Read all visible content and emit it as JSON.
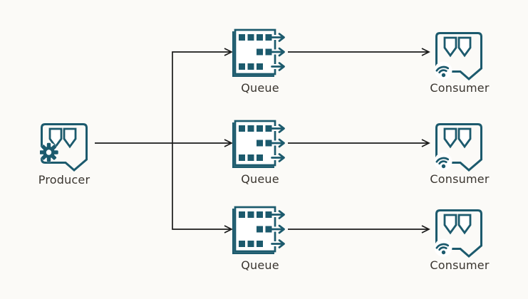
{
  "canvas": {
    "background": "#fbfaf7",
    "accent": "#1c5a6d",
    "connector_color": "#1a1a1a",
    "label_color": "#3a352f"
  },
  "diagram": {
    "producer": {
      "label": "Producer",
      "icon": "chat-bubble-gear-icon"
    },
    "queues": [
      {
        "label": "Queue",
        "icon": "message-queue-icon"
      },
      {
        "label": "Queue",
        "icon": "message-queue-icon"
      },
      {
        "label": "Queue",
        "icon": "message-queue-icon"
      }
    ],
    "consumers": [
      {
        "label": "Consumer",
        "icon": "chat-bubble-wifi-icon"
      },
      {
        "label": "Consumer",
        "icon": "chat-bubble-wifi-icon"
      },
      {
        "label": "Consumer",
        "icon": "chat-bubble-wifi-icon"
      }
    ]
  }
}
